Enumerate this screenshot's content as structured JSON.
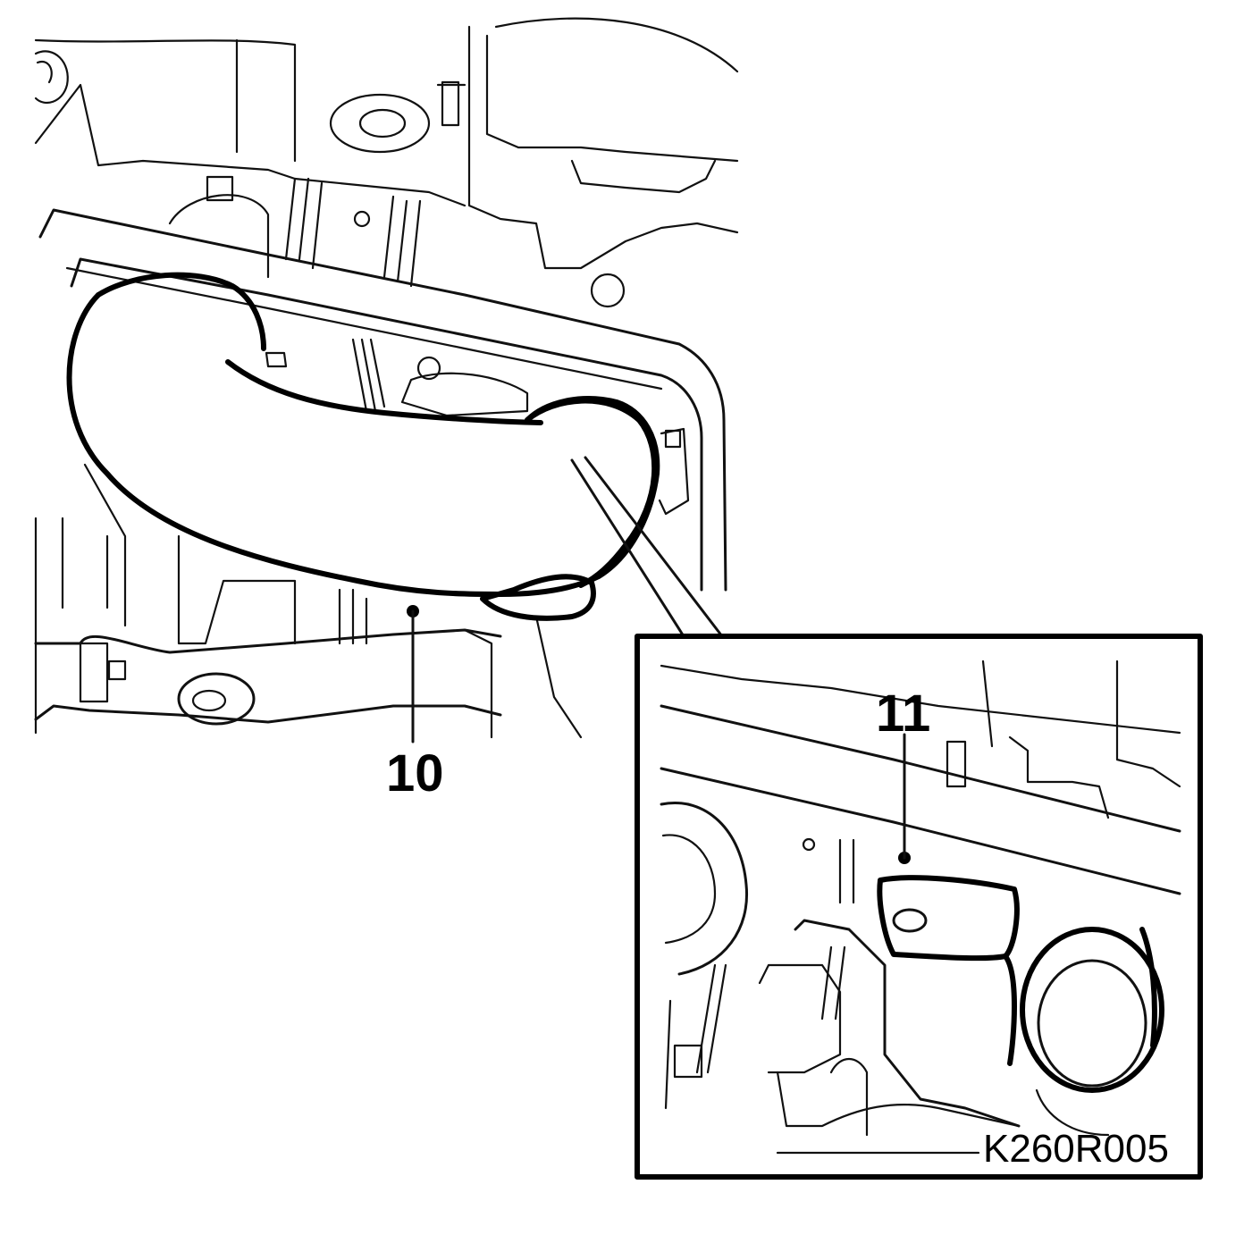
{
  "callouts": {
    "hose": "10",
    "bracket": "11"
  },
  "figure_code": "K260R005",
  "colors": {
    "line": "#000000",
    "background": "#ffffff"
  }
}
